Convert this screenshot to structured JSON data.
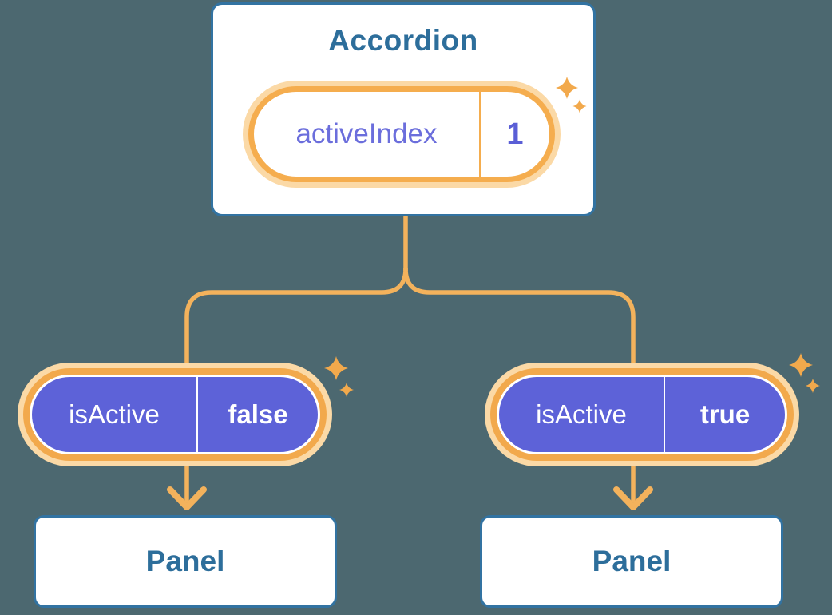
{
  "diagram": {
    "root": {
      "title": "Accordion",
      "state": {
        "name": "activeIndex",
        "value": "1"
      }
    },
    "children": [
      {
        "prop": {
          "name": "isActive",
          "value": "false"
        },
        "panel_label": "Panel"
      },
      {
        "prop": {
          "name": "isActive",
          "value": "true"
        },
        "panel_label": "Panel"
      }
    ],
    "colors": {
      "background": "#4C6870",
      "box_border_blue": "#3273A2",
      "label_blue": "#2D6E9B",
      "pill_purple": "#5D62D8",
      "ring_orange": "#F2A94C",
      "halo_peach": "#FBD9A6",
      "connector_orange": "#F3B25C",
      "state_name_purple": "#6B6EDC",
      "state_value_purple": "#5A5ED6"
    },
    "icons": [
      "sparkle-icon",
      "down-arrow-icon"
    ]
  }
}
